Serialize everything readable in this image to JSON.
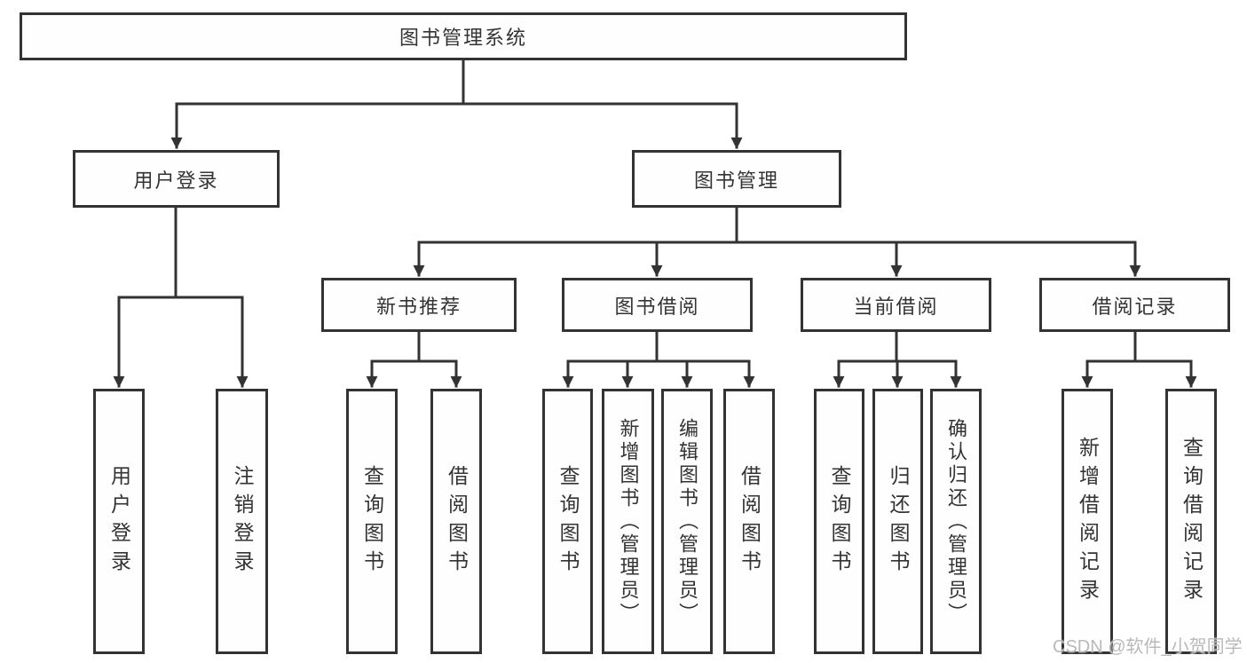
{
  "diagram": {
    "title": "图书管理系统",
    "watermark": "CSDN @软件_小贺同学",
    "colors": {
      "line": "#333333",
      "text": "#333333",
      "box_background": "#ffffff",
      "watermark": "#b9b9b9"
    },
    "hierarchy": {
      "label": "图书管理系统",
      "children": [
        {
          "label": "用户登录",
          "children": [
            {
              "label": "用户登录"
            },
            {
              "label": "注销登录"
            }
          ]
        },
        {
          "label": "图书管理",
          "children": [
            {
              "label": "新书推荐",
              "children": [
                {
                  "label": "查询图书"
                },
                {
                  "label": "借阅图书"
                }
              ]
            },
            {
              "label": "图书借阅",
              "children": [
                {
                  "label": "查询图书"
                },
                {
                  "label": "新增图书（管理员）"
                },
                {
                  "label": "编辑图书（管理员）"
                },
                {
                  "label": "借阅图书"
                }
              ]
            },
            {
              "label": "当前借阅",
              "children": [
                {
                  "label": "查询图书"
                },
                {
                  "label": "归还图书"
                },
                {
                  "label": "确认归还（管理员）"
                }
              ]
            },
            {
              "label": "借阅记录",
              "children": [
                {
                  "label": "新增借阅记录"
                },
                {
                  "label": "查询借阅记录"
                }
              ]
            }
          ]
        }
      ]
    }
  }
}
